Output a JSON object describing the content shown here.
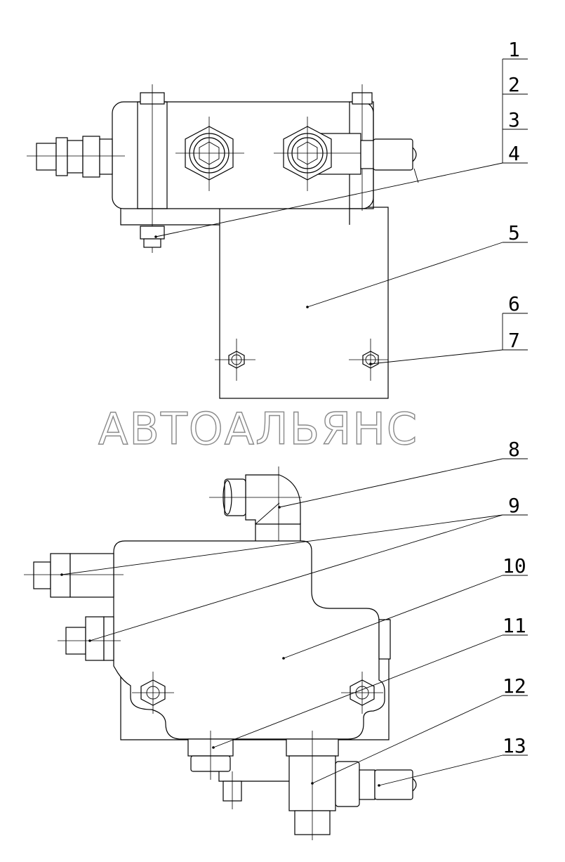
{
  "watermark": "АВТОАЛЬЯНС",
  "callouts": [
    "1",
    "2",
    "3",
    "4",
    "5",
    "6",
    "7",
    "8",
    "9",
    "10",
    "11",
    "12",
    "13"
  ]
}
